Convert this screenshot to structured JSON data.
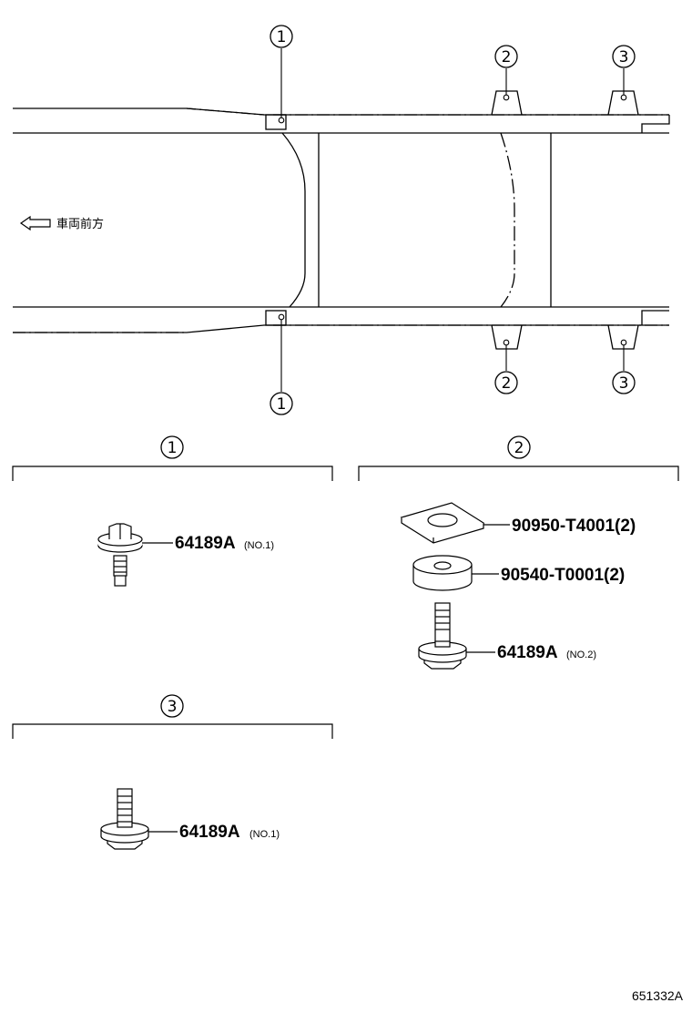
{
  "frame": {
    "direction_label": "車両前方",
    "callouts": {
      "top_1": "1",
      "top_2": "2",
      "top_3": "3",
      "bottom_1": "1",
      "bottom_2": "2",
      "bottom_3": "3"
    }
  },
  "sections": [
    {
      "number": "1",
      "parts": [
        {
          "part_no": "64189A",
          "note": "(NO.1)"
        }
      ]
    },
    {
      "number": "2",
      "parts": [
        {
          "part_no": "90950-T4001(2)",
          "note": ""
        },
        {
          "part_no": "90540-T0001(2)",
          "note": ""
        },
        {
          "part_no": "64189A",
          "note": "(NO.2)"
        }
      ]
    },
    {
      "number": "3",
      "parts": [
        {
          "part_no": "64189A",
          "note": "(NO.1)"
        }
      ]
    }
  ],
  "drawing_ref": "651332A"
}
